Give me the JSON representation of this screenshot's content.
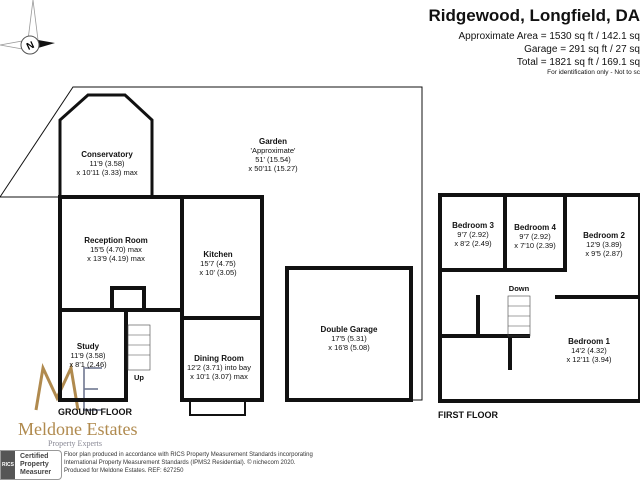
{
  "header": {
    "title": "Ridgewood, Longfield, DA",
    "area_lines": [
      "Approximate Area = 1530 sq ft / 142.1 sq",
      "Garage = 291 sq ft / 27 sq",
      "Total = 1821 sq ft / 169.1 sq"
    ],
    "note": "For identification only - Not to sc"
  },
  "compass": {
    "icon": "north-compass-icon",
    "letter": "N"
  },
  "ground_floor": {
    "label": "GROUND FLOOR",
    "rooms": [
      {
        "name": "Conservatory",
        "dims": [
          "11'9 (3.58)",
          "x 10'11 (3.33) max"
        ]
      },
      {
        "name": "Garden",
        "dims": [
          "'Approximate'",
          "51' (15.54)",
          "x 50'11 (15.27)"
        ]
      },
      {
        "name": "Reception Room",
        "dims": [
          "15'5 (4.70) max",
          "x 13'9 (4.19) max"
        ]
      },
      {
        "name": "Kitchen",
        "dims": [
          "15'7 (4.75)",
          "x 10' (3.05)"
        ]
      },
      {
        "name": "Study",
        "dims": [
          "11'9 (3.58)",
          "x 8'1 (2.46)"
        ]
      },
      {
        "name": "Dining Room",
        "dims": [
          "12'2 (3.71) into bay",
          "x 10'1 (3.07) max"
        ]
      },
      {
        "name": "Double Garage",
        "dims": [
          "17'5 (5.31)",
          "x 16'8 (5.08)"
        ]
      }
    ],
    "stairs_label": "Up"
  },
  "first_floor": {
    "label": "FIRST FLOOR",
    "rooms": [
      {
        "name": "Bedroom 3",
        "dims": [
          "9'7 (2.92)",
          "x 8'2 (2.49)"
        ]
      },
      {
        "name": "Bedroom 4",
        "dims": [
          "9'7 (2.92)",
          "x 7'10 (2.39)"
        ]
      },
      {
        "name": "Bedroom 2",
        "dims": [
          "12'9 (3.89)",
          "x 9'5 (2.87)"
        ]
      },
      {
        "name": "Bedroom 1",
        "dims": [
          "14'2 (4.32)",
          "x 12'11 (3.94)"
        ]
      }
    ],
    "stairs_label": "Down"
  },
  "branding": {
    "logo_letters": "ME",
    "name": "Meldone Estates",
    "tagline": "Property Experts",
    "rics_badge": [
      "Certified",
      "Property",
      "Measurer"
    ],
    "rics_logo": "RICS",
    "legal": [
      "Floor plan produced in accordance with RICS Property Measurement Standards incorporating",
      "International Property Measurement Standards (IPMS2 Residential).   © nichecom 2020.",
      "Produced for Meldone Estates.    REF:  627250"
    ]
  },
  "colors": {
    "wall": "#111111",
    "brand_gold": "#b08a4e",
    "brand_grey": "#6f7790"
  }
}
